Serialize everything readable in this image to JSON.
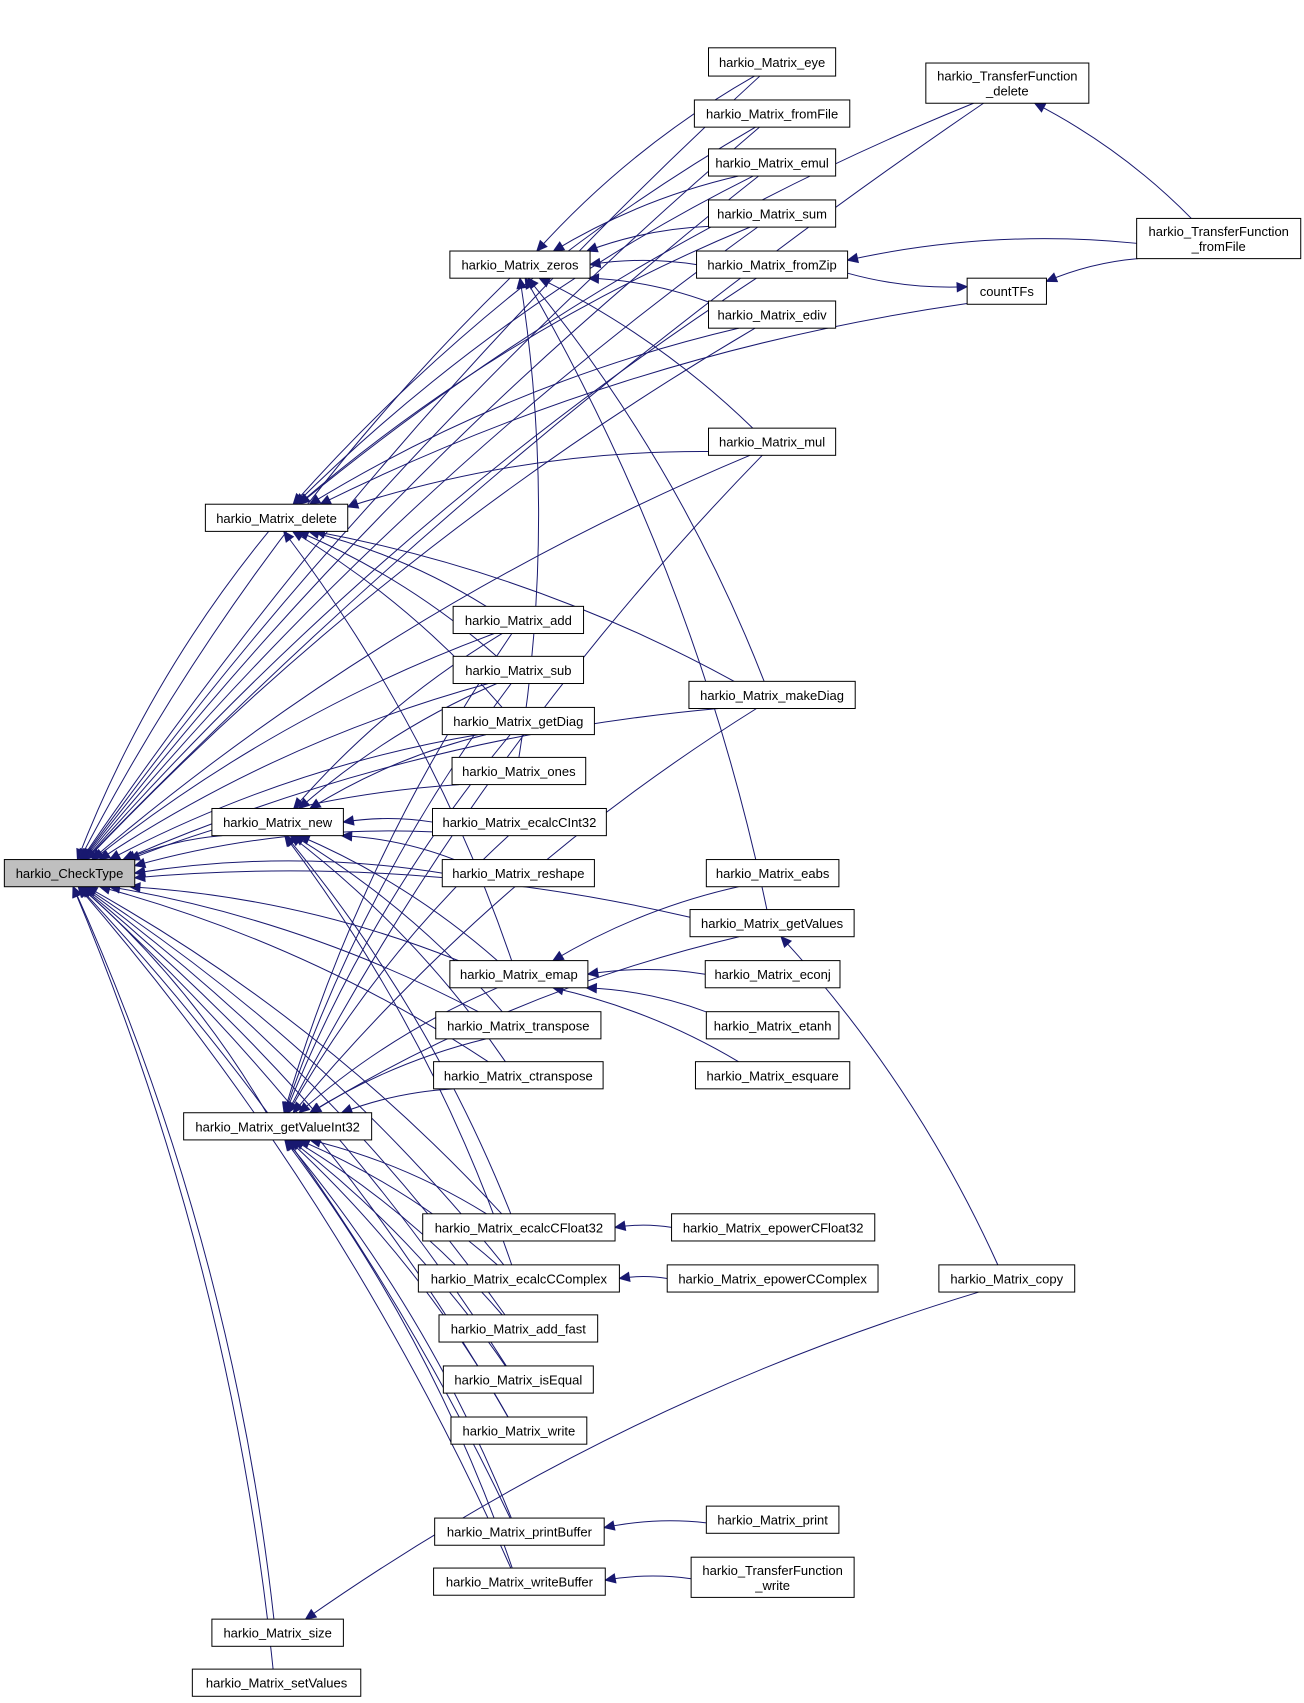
{
  "nodes": [
    {
      "id": "checktype",
      "lines": [
        "harkio_CheckType"
      ]
    },
    {
      "id": "eye",
      "lines": [
        "harkio_Matrix_eye"
      ]
    },
    {
      "id": "fromFile",
      "lines": [
        "harkio_Matrix_fromFile"
      ]
    },
    {
      "id": "emul",
      "lines": [
        "harkio_Matrix_emul"
      ]
    },
    {
      "id": "sum",
      "lines": [
        "harkio_Matrix_sum"
      ]
    },
    {
      "id": "zeros",
      "lines": [
        "harkio_Matrix_zeros"
      ]
    },
    {
      "id": "fromZip",
      "lines": [
        "harkio_Matrix_fromZip"
      ]
    },
    {
      "id": "ediv",
      "lines": [
        "harkio_Matrix_ediv"
      ]
    },
    {
      "id": "mul",
      "lines": [
        "harkio_Matrix_mul"
      ]
    },
    {
      "id": "delete",
      "lines": [
        "harkio_Matrix_delete"
      ]
    },
    {
      "id": "add",
      "lines": [
        "harkio_Matrix_add"
      ]
    },
    {
      "id": "sub",
      "lines": [
        "harkio_Matrix_sub"
      ]
    },
    {
      "id": "makeDiag",
      "lines": [
        "harkio_Matrix_makeDiag"
      ]
    },
    {
      "id": "getDiag",
      "lines": [
        "harkio_Matrix_getDiag"
      ]
    },
    {
      "id": "ones",
      "lines": [
        "harkio_Matrix_ones"
      ]
    },
    {
      "id": "new",
      "lines": [
        "harkio_Matrix_new"
      ]
    },
    {
      "id": "ecalcCInt32",
      "lines": [
        "harkio_Matrix_ecalcCInt32"
      ]
    },
    {
      "id": "reshape",
      "lines": [
        "harkio_Matrix_reshape"
      ]
    },
    {
      "id": "eabs",
      "lines": [
        "harkio_Matrix_eabs"
      ]
    },
    {
      "id": "getValues",
      "lines": [
        "harkio_Matrix_getValues"
      ]
    },
    {
      "id": "emap",
      "lines": [
        "harkio_Matrix_emap"
      ]
    },
    {
      "id": "econj",
      "lines": [
        "harkio_Matrix_econj"
      ]
    },
    {
      "id": "transpose",
      "lines": [
        "harkio_Matrix_transpose"
      ]
    },
    {
      "id": "etanh",
      "lines": [
        "harkio_Matrix_etanh"
      ]
    },
    {
      "id": "ctranspose",
      "lines": [
        "harkio_Matrix_ctranspose"
      ]
    },
    {
      "id": "esquare",
      "lines": [
        "harkio_Matrix_esquare"
      ]
    },
    {
      "id": "getValueInt32",
      "lines": [
        "harkio_Matrix_getValueInt32"
      ]
    },
    {
      "id": "ecalcCFloat32",
      "lines": [
        "harkio_Matrix_ecalcCFloat32"
      ]
    },
    {
      "id": "epowerCFloat32",
      "lines": [
        "harkio_Matrix_epowerCFloat32"
      ]
    },
    {
      "id": "ecalcCComplex",
      "lines": [
        "harkio_Matrix_ecalcCComplex"
      ]
    },
    {
      "id": "epowerCComplex",
      "lines": [
        "harkio_Matrix_epowerCComplex"
      ]
    },
    {
      "id": "copy",
      "lines": [
        "harkio_Matrix_copy"
      ]
    },
    {
      "id": "add_fast",
      "lines": [
        "harkio_Matrix_add_fast"
      ]
    },
    {
      "id": "isEqual",
      "lines": [
        "harkio_Matrix_isEqual"
      ]
    },
    {
      "id": "write",
      "lines": [
        "harkio_Matrix_write"
      ]
    },
    {
      "id": "printBuffer",
      "lines": [
        "harkio_Matrix_printBuffer"
      ]
    },
    {
      "id": "print",
      "lines": [
        "harkio_Matrix_print"
      ]
    },
    {
      "id": "writeBuffer",
      "lines": [
        "harkio_Matrix_writeBuffer"
      ]
    },
    {
      "id": "tfWrite",
      "lines": [
        "harkio_TransferFunction",
        "_write"
      ]
    },
    {
      "id": "size",
      "lines": [
        "harkio_Matrix_size"
      ]
    },
    {
      "id": "setValues",
      "lines": [
        "harkio_Matrix_setValues"
      ]
    },
    {
      "id": "tfDelete",
      "lines": [
        "harkio_TransferFunction",
        "_delete"
      ]
    },
    {
      "id": "tfFromFile",
      "lines": [
        "harkio_TransferFunction",
        "_fromFile"
      ]
    },
    {
      "id": "countTFs",
      "lines": [
        "countTFs"
      ]
    }
  ],
  "edges": [
    {
      "from": "zeros",
      "to": "checktype"
    },
    {
      "from": "delete",
      "to": "checktype"
    },
    {
      "from": "new",
      "to": "checktype"
    },
    {
      "from": "getValueInt32",
      "to": "checktype"
    },
    {
      "from": "size",
      "to": "checktype"
    },
    {
      "from": "setValues",
      "to": "checktype"
    },
    {
      "from": "eye",
      "to": "checktype"
    },
    {
      "from": "fromFile",
      "to": "checktype"
    },
    {
      "from": "emul",
      "to": "checktype"
    },
    {
      "from": "sum",
      "to": "checktype"
    },
    {
      "from": "fromZip",
      "to": "checktype"
    },
    {
      "from": "ediv",
      "to": "checktype"
    },
    {
      "from": "mul",
      "to": "checktype"
    },
    {
      "from": "tfDelete",
      "to": "checktype"
    },
    {
      "from": "add",
      "to": "checktype"
    },
    {
      "from": "sub",
      "to": "checktype"
    },
    {
      "from": "makeDiag",
      "to": "checktype"
    },
    {
      "from": "getDiag",
      "to": "checktype"
    },
    {
      "from": "ones",
      "to": "checktype"
    },
    {
      "from": "ecalcCInt32",
      "to": "checktype"
    },
    {
      "from": "reshape",
      "to": "checktype"
    },
    {
      "from": "emap",
      "to": "checktype"
    },
    {
      "from": "transpose",
      "to": "checktype"
    },
    {
      "from": "ctranspose",
      "to": "checktype"
    },
    {
      "from": "ecalcCFloat32",
      "to": "checktype"
    },
    {
      "from": "ecalcCComplex",
      "to": "checktype"
    },
    {
      "from": "add_fast",
      "to": "checktype"
    },
    {
      "from": "isEqual",
      "to": "checktype"
    },
    {
      "from": "write",
      "to": "checktype"
    },
    {
      "from": "printBuffer",
      "to": "checktype"
    },
    {
      "from": "writeBuffer",
      "to": "checktype"
    },
    {
      "from": "getValues",
      "to": "checktype"
    },
    {
      "from": "eye",
      "to": "zeros"
    },
    {
      "from": "emul",
      "to": "zeros"
    },
    {
      "from": "sum",
      "to": "zeros"
    },
    {
      "from": "fromZip",
      "to": "zeros"
    },
    {
      "from": "ediv",
      "to": "zeros"
    },
    {
      "from": "mul",
      "to": "zeros"
    },
    {
      "from": "makeDiag",
      "to": "zeros"
    },
    {
      "from": "getValues",
      "to": "zeros"
    },
    {
      "from": "ones",
      "to": "zeros"
    },
    {
      "from": "fromFile",
      "to": "delete"
    },
    {
      "from": "emul",
      "to": "delete"
    },
    {
      "from": "sum",
      "to": "delete"
    },
    {
      "from": "ediv",
      "to": "delete"
    },
    {
      "from": "mul",
      "to": "delete"
    },
    {
      "from": "countTFs",
      "to": "delete"
    },
    {
      "from": "add",
      "to": "delete"
    },
    {
      "from": "sub",
      "to": "delete"
    },
    {
      "from": "makeDiag",
      "to": "delete"
    },
    {
      "from": "getDiag",
      "to": "delete"
    },
    {
      "from": "emap",
      "to": "delete"
    },
    {
      "from": "add",
      "to": "new"
    },
    {
      "from": "sub",
      "to": "new"
    },
    {
      "from": "getDiag",
      "to": "new"
    },
    {
      "from": "ecalcCInt32",
      "to": "new"
    },
    {
      "from": "reshape",
      "to": "new"
    },
    {
      "from": "emap",
      "to": "new"
    },
    {
      "from": "transpose",
      "to": "new"
    },
    {
      "from": "ctranspose",
      "to": "new"
    },
    {
      "from": "ecalcCFloat32",
      "to": "new"
    },
    {
      "from": "ecalcCComplex",
      "to": "new"
    },
    {
      "from": "add",
      "to": "getValueInt32"
    },
    {
      "from": "sub",
      "to": "getValueInt32"
    },
    {
      "from": "getDiag",
      "to": "getValueInt32"
    },
    {
      "from": "ecalcCInt32",
      "to": "getValueInt32"
    },
    {
      "from": "emap",
      "to": "getValueInt32"
    },
    {
      "from": "transpose",
      "to": "getValueInt32"
    },
    {
      "from": "ctranspose",
      "to": "getValueInt32"
    },
    {
      "from": "getValues",
      "to": "getValueInt32"
    },
    {
      "from": "makeDiag",
      "to": "getValueInt32"
    },
    {
      "from": "mul",
      "to": "getValueInt32"
    },
    {
      "from": "ecalcCFloat32",
      "to": "getValueInt32"
    },
    {
      "from": "ecalcCComplex",
      "to": "getValueInt32"
    },
    {
      "from": "add_fast",
      "to": "getValueInt32"
    },
    {
      "from": "isEqual",
      "to": "getValueInt32"
    },
    {
      "from": "write",
      "to": "getValueInt32"
    },
    {
      "from": "printBuffer",
      "to": "getValueInt32"
    },
    {
      "from": "writeBuffer",
      "to": "getValueInt32"
    },
    {
      "from": "tfDelete",
      "to": "delete"
    },
    {
      "from": "fromZip",
      "to": "countTFs"
    },
    {
      "from": "tfFromFile",
      "to": "fromZip"
    },
    {
      "from": "tfFromFile",
      "to": "countTFs"
    },
    {
      "from": "tfFromFile",
      "to": "tfDelete"
    },
    {
      "from": "eabs",
      "to": "emap"
    },
    {
      "from": "econj",
      "to": "emap"
    },
    {
      "from": "etanh",
      "to": "emap"
    },
    {
      "from": "esquare",
      "to": "emap"
    },
    {
      "from": "epowerCFloat32",
      "to": "ecalcCFloat32"
    },
    {
      "from": "epowerCComplex",
      "to": "ecalcCComplex"
    },
    {
      "from": "print",
      "to": "printBuffer"
    },
    {
      "from": "tfWrite",
      "to": "writeBuffer"
    },
    {
      "from": "copy",
      "to": "getValues"
    },
    {
      "from": "copy",
      "to": "size"
    }
  ]
}
